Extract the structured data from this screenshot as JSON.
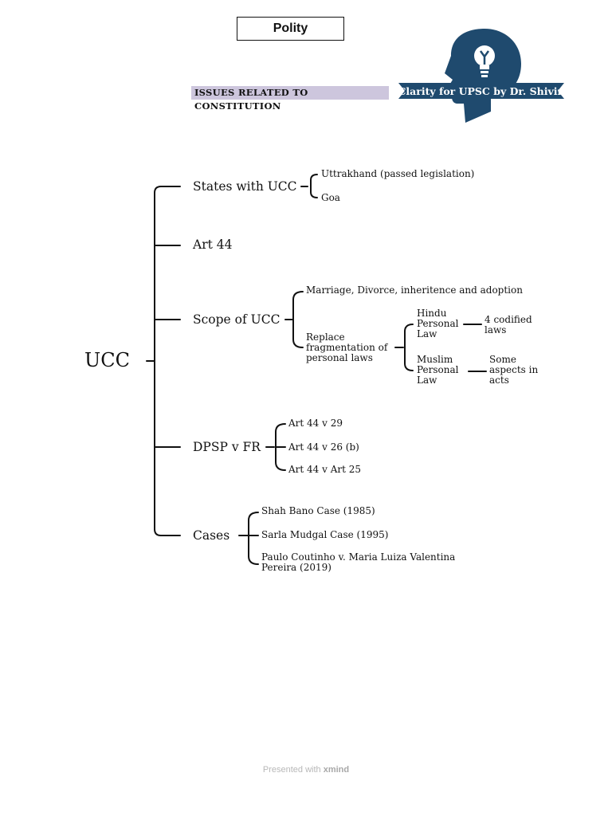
{
  "header": {
    "subject": "Polity",
    "banner": "ISSUES RELATED TO CONSTITUTION",
    "logo_text": "Clarity for UPSC by Dr. Shivin",
    "logo_color": "#1f4a6e",
    "banner_color": "#cdc6dd"
  },
  "mindmap": {
    "root": "UCC",
    "branches": {
      "states": {
        "label": "States with UCC",
        "items": [
          "Uttrakhand (passed legislation)",
          "Goa"
        ]
      },
      "art44": {
        "label": "Art 44"
      },
      "scope": {
        "label": "Scope of UCC",
        "marriage": "Marriage, Divorce, inheritence and adoption",
        "replace": "Replace fragmentation of personal laws",
        "hindu": "Hindu Personal  Law",
        "hindu_detail": "4 codified laws",
        "muslim": "Muslim Personal Law",
        "muslim_detail": "Some aspects in acts"
      },
      "dpsp": {
        "label": "DPSP v FR",
        "items": [
          "Art 44 v 29",
          "Art 44 v 26 (b)",
          "Art 44 v Art 25"
        ]
      },
      "cases": {
        "label": "Cases",
        "items": [
          "Shah Bano Case (1985)",
          "Sarla Mudgal Case (1995)",
          "Paulo Coutinho v. Maria Luiza Valentina Pereira (2019)"
        ]
      }
    }
  },
  "footer": {
    "prefix": "Presented with",
    "brand": "xmind"
  }
}
